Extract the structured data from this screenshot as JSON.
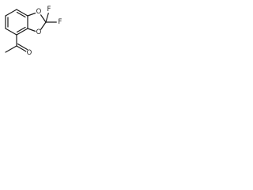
{
  "molecule": {
    "atoms": {
      "f_top": "F",
      "f_right": "F",
      "o_ring_upper": "O",
      "o_ring_lower": "O",
      "o_carbonyl": "O"
    }
  }
}
